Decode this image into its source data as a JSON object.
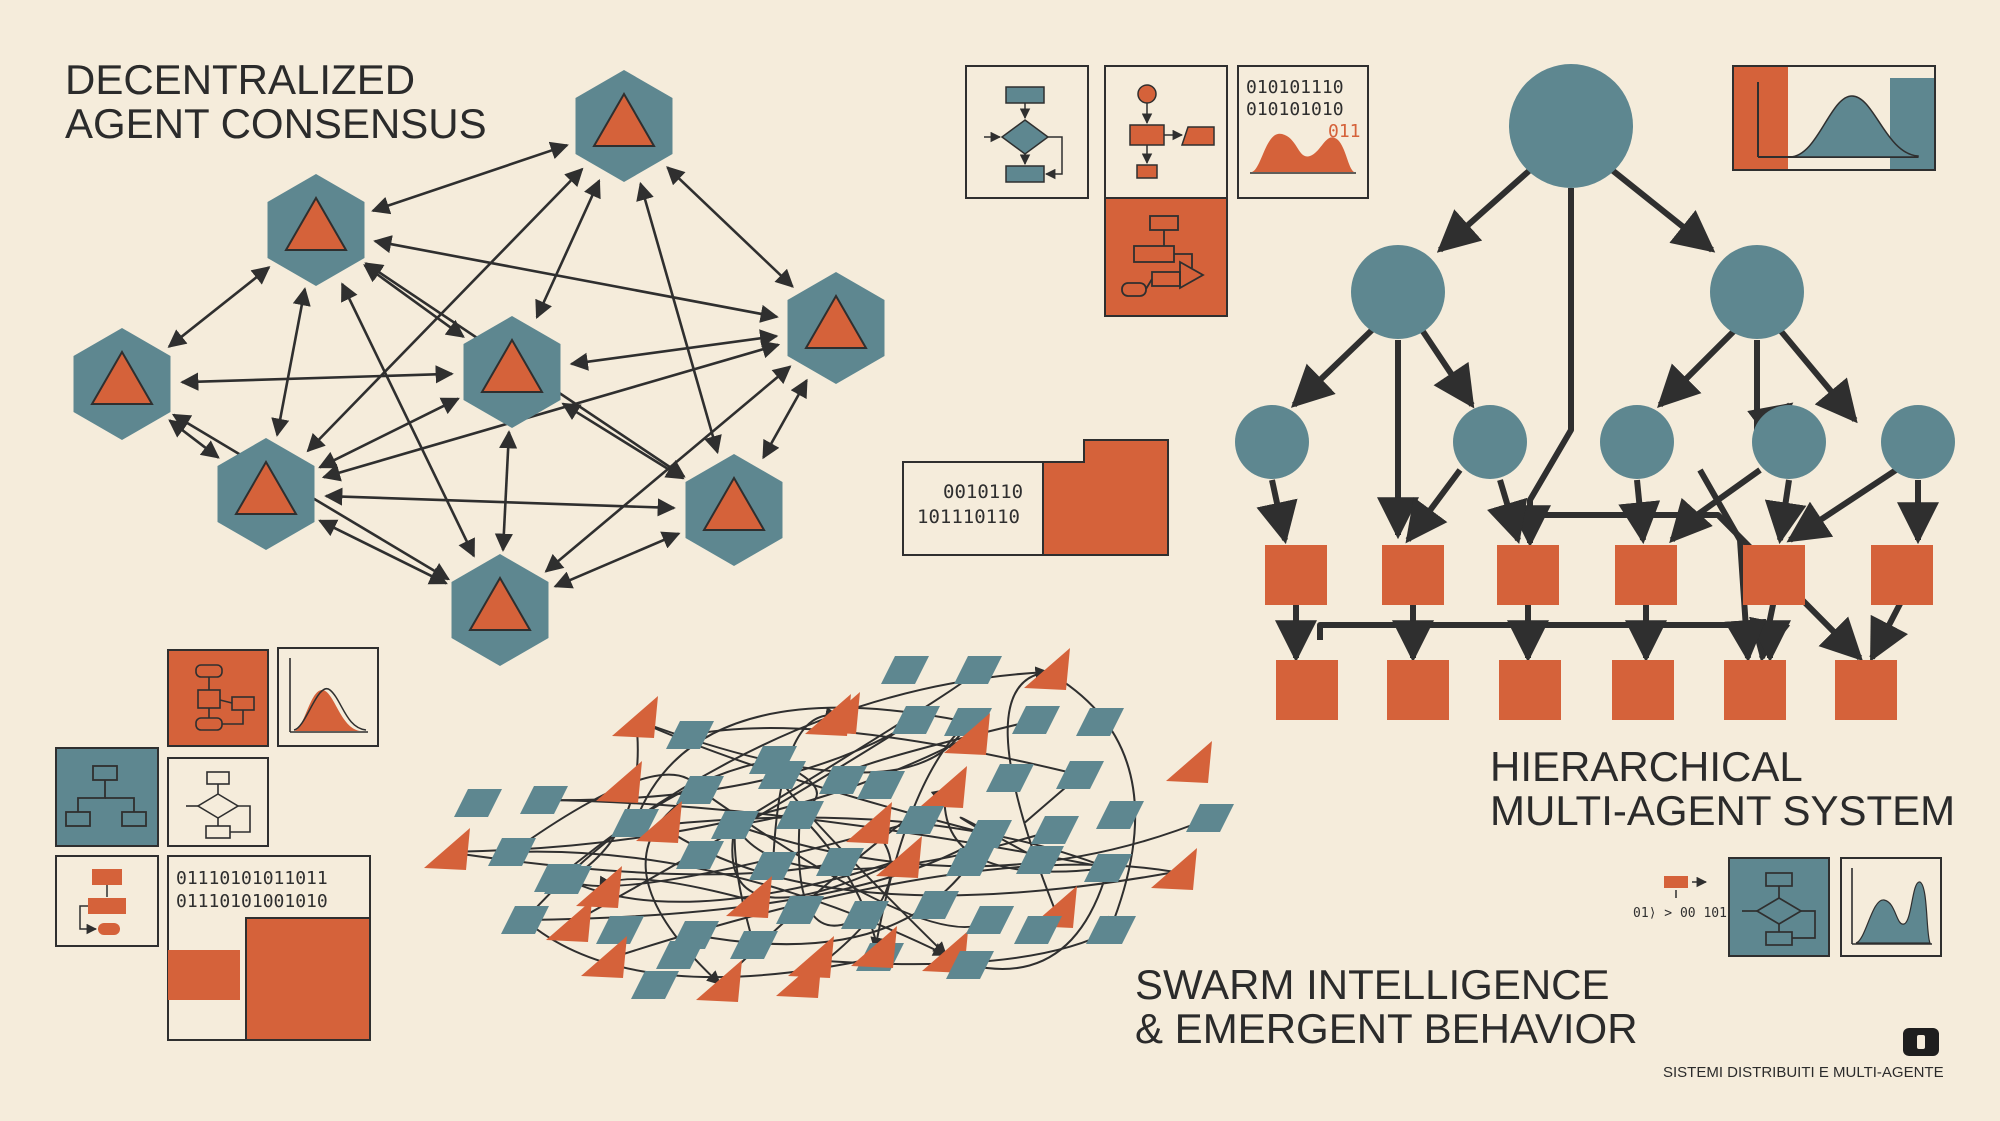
{
  "titles": {
    "consensus": [
      "DECENTRALIZED",
      "AGENT CONSENSUS"
    ],
    "hierarchical": [
      "HIERARCHICAL",
      "MULTI-AGENT SYSTEM"
    ],
    "swarm": [
      "SWARM INTELLIGENCE",
      "& EMERGENT BEHAVIOR"
    ],
    "footer": "SISTEMI DISTRIBUITI E MULTI-AGENTE"
  },
  "binary": {
    "top_panel": [
      "010101110",
      "010101010",
      "011"
    ],
    "mid_panel": [
      "0010110",
      "101110110"
    ],
    "bottom_left_panel": [
      "01110101011011",
      "01110101001010"
    ],
    "bottom_right_panel": "01⟩ > 00  101"
  },
  "colors": {
    "background": "#f5ecdb",
    "slate": "#5e8790",
    "rust": "#d5623a",
    "ink": "#2f2f2f"
  }
}
